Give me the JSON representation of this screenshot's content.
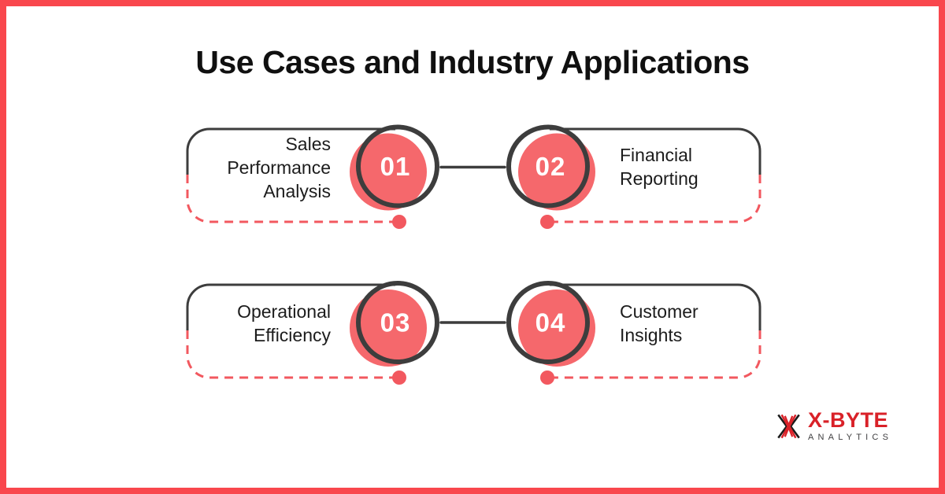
{
  "title": "Use Cases and Industry Applications",
  "cards": [
    {
      "number": "01",
      "lines": [
        "Sales",
        "Performance",
        "Analysis"
      ],
      "side": "left"
    },
    {
      "number": "02",
      "lines": [
        "Financial",
        "Reporting"
      ],
      "side": "right"
    },
    {
      "number": "03",
      "lines": [
        "Operational",
        "Efficiency"
      ],
      "side": "left"
    },
    {
      "number": "04",
      "lines": [
        "Customer",
        "Insights"
      ],
      "side": "right"
    }
  ],
  "logo": {
    "brand": "X-BYTE",
    "subtitle": "ANALYTICS"
  },
  "colors": {
    "frame": "#F9474D",
    "coral": "#F5686C",
    "dash": "#F2585F",
    "ring": "#3D3D3D",
    "connector": "#3D3D3D",
    "title_text": "#101010",
    "label_text": "#1C1C1C",
    "number_text": "#FFFFFF",
    "brand_red": "#D92128",
    "brand_gray": "#414042"
  }
}
